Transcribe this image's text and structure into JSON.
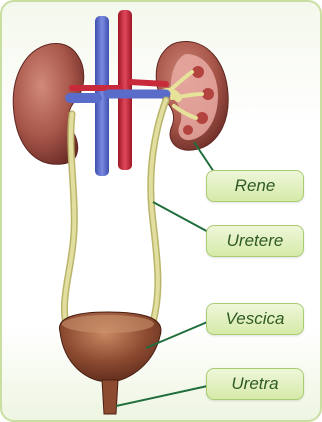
{
  "labels": {
    "rene": "Rene",
    "uretere": "Uretere",
    "vescica": "Vescica",
    "uretra": "Uretra"
  },
  "colors": {
    "vein": "#5a6cc9",
    "artery": "#c8293b",
    "kidney": "#a8564a",
    "ureter": "#d9d58e",
    "bladder": "#8c4a31",
    "leader_line": "#1f6e3b",
    "label_border": "#a9cc72"
  }
}
